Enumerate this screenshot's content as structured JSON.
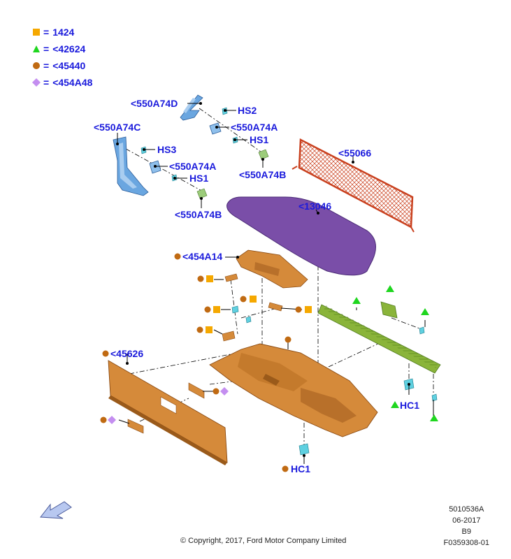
{
  "legend": [
    {
      "symbol": "square",
      "color": "#f5a800",
      "text": "1424"
    },
    {
      "symbol": "triangle",
      "color": "#1fd61f",
      "text": "<42624"
    },
    {
      "symbol": "circle",
      "color": "#c06a12",
      "text": "<45440"
    },
    {
      "symbol": "diamond",
      "color": "#c48ef0",
      "text": "<454A48"
    }
  ],
  "callouts": {
    "bracket_upper": "<550A74D",
    "hs2": "HS2",
    "bracket_upper_a": "<550A74A",
    "hs1_upper": "HS1",
    "bracket_upper_b": "<550A74B",
    "bracket_lower": "<550A74C",
    "hs3": "HS3",
    "bracket_lower_a": "<550A74A",
    "hs1_lower": "HS1",
    "bracket_lower_b": "<550A74B",
    "net": "<55066",
    "cover_panel": "<13046",
    "lid": "<454A14",
    "side_panel": "<45626",
    "hc1_right": "HC1",
    "hc1_bottom": "HC1"
  },
  "footer": {
    "code": "5010536A",
    "date": "06-2017",
    "rev": "B9",
    "figure": "F0359308-01",
    "copyright": "© Copyright, 2017, Ford Motor Company Limited"
  },
  "colors": {
    "label": "#1a1adc",
    "bracket": "#6aa6e0",
    "net": "#c9401e",
    "cover": "#7a4ea8",
    "trim": "#d58a3a",
    "rail": "#8ab43a",
    "clip": "#5fd0e0",
    "clip_green": "#9ccc7a"
  }
}
